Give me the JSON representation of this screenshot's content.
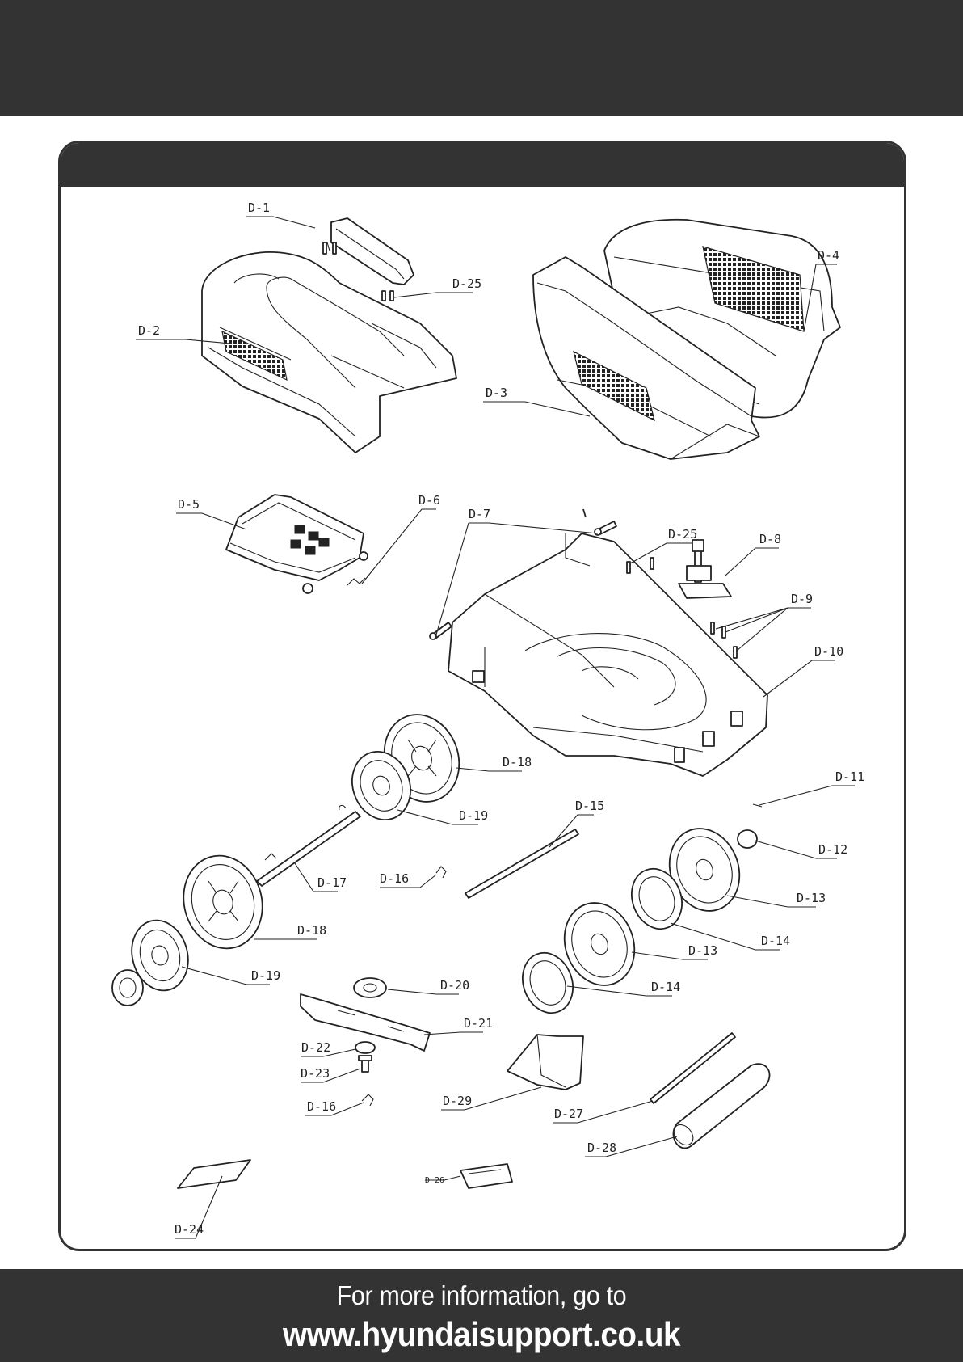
{
  "diagram": {
    "labels": [
      "D-1",
      "D-2",
      "D-25",
      "D-3",
      "D-4",
      "D-5",
      "D-6",
      "D-7",
      "D-25",
      "D-8",
      "D-9",
      "D-10",
      "D-18",
      "D-19",
      "D-17",
      "D-16",
      "D-15",
      "D-11",
      "D-12",
      "D-13",
      "D-14",
      "D-18",
      "D-19",
      "D-13",
      "D-14",
      "D-20",
      "D-21",
      "D-22",
      "D-23",
      "D-16",
      "D-29",
      "D-27",
      "D-28",
      "D-26",
      "D-24"
    ]
  },
  "footer": {
    "info": "For more information, go to",
    "url": "www.hyundaisupport.co.uk"
  },
  "colors": {
    "band": "#333333",
    "line": "#222222",
    "background": "#ffffff"
  }
}
